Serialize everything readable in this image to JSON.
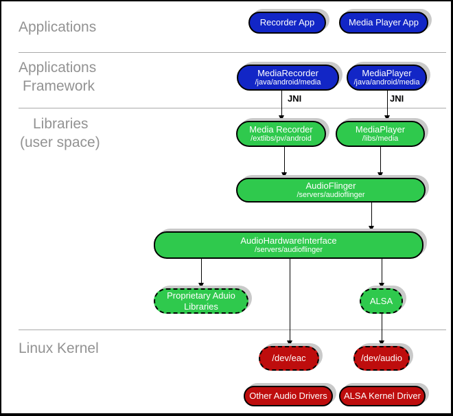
{
  "colors": {
    "blue": "#1226c6",
    "green": "#2fc94d",
    "red": "#be0d0d",
    "shadow": "#c9c9c9",
    "label_gray": "#929292",
    "line_gray": "#a9a9a9"
  },
  "sections": {
    "applications": {
      "label": "Applications"
    },
    "framework": {
      "line1": "Applications",
      "line2": "Framework"
    },
    "libraries": {
      "line1": "Libraries",
      "line2": "(user space)"
    },
    "kernel": {
      "label": "Linux Kernel"
    }
  },
  "connectors": {
    "jni_left": "JNI",
    "jni_right": "JNI"
  },
  "nodes": {
    "recorder_app": {
      "title": "Recorder App"
    },
    "media_player_app": {
      "title": "Media Player App"
    },
    "media_recorder_fw": {
      "title": "MediaRecorder",
      "subtitle": "/java/android/media"
    },
    "media_player_fw": {
      "title": "MediaPlayer",
      "subtitle": "/java/android/media"
    },
    "media_recorder_lib": {
      "title": "Media Recorder",
      "subtitle": "/extlibs/pv/android"
    },
    "media_player_lib": {
      "title": "MediaPlayer",
      "subtitle": "/libs/media"
    },
    "audio_flinger": {
      "title": "AudioFlinger",
      "subtitle": "/servers/audioflinger"
    },
    "audio_hardware_interface": {
      "title": "AudioHardwareInterface",
      "subtitle": "/servers/audioflinger"
    },
    "proprietary_audio_libraries": {
      "title": "Proprietary Aduio Libraries"
    },
    "alsa": {
      "title": "ALSA"
    },
    "dev_eac": {
      "title": "/dev/eac"
    },
    "dev_audio": {
      "title": "/dev/audio"
    },
    "other_audio_drivers": {
      "title": "Other Audio Drivers"
    },
    "alsa_kernel_driver": {
      "title": "ALSA Kernel Driver"
    }
  }
}
